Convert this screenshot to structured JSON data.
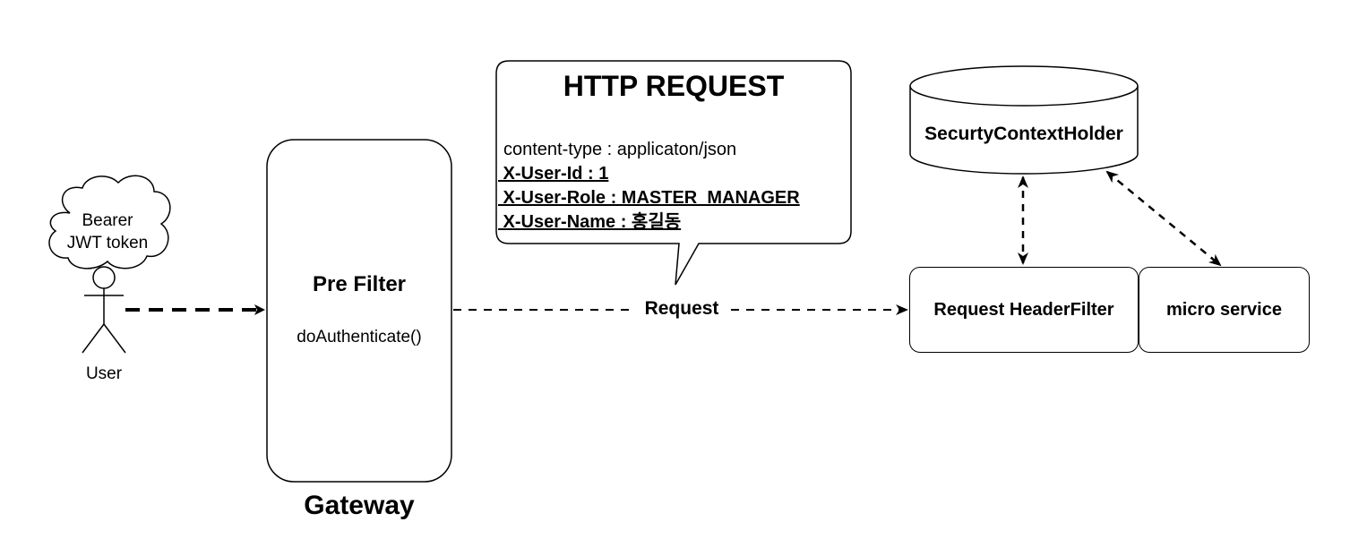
{
  "user": {
    "label": "User",
    "cloud_line1": "Bearer",
    "cloud_line2": "JWT token"
  },
  "gateway": {
    "label": "Gateway",
    "filter_title": "Pre Filter",
    "filter_method": "doAuthenticate()"
  },
  "http_request": {
    "title": "HTTP REQUEST",
    "lines": [
      "content-type : applicaton/json",
      " X-User-Id : 1",
      " X-User-Role : MASTER_MANAGER",
      " X-User-Name : 홍길동"
    ]
  },
  "edge_request_label": "Request",
  "security_context": "SecurtyContextHolder",
  "request_header_filter": "Request HeaderFilter",
  "micro_service": "micro service"
}
